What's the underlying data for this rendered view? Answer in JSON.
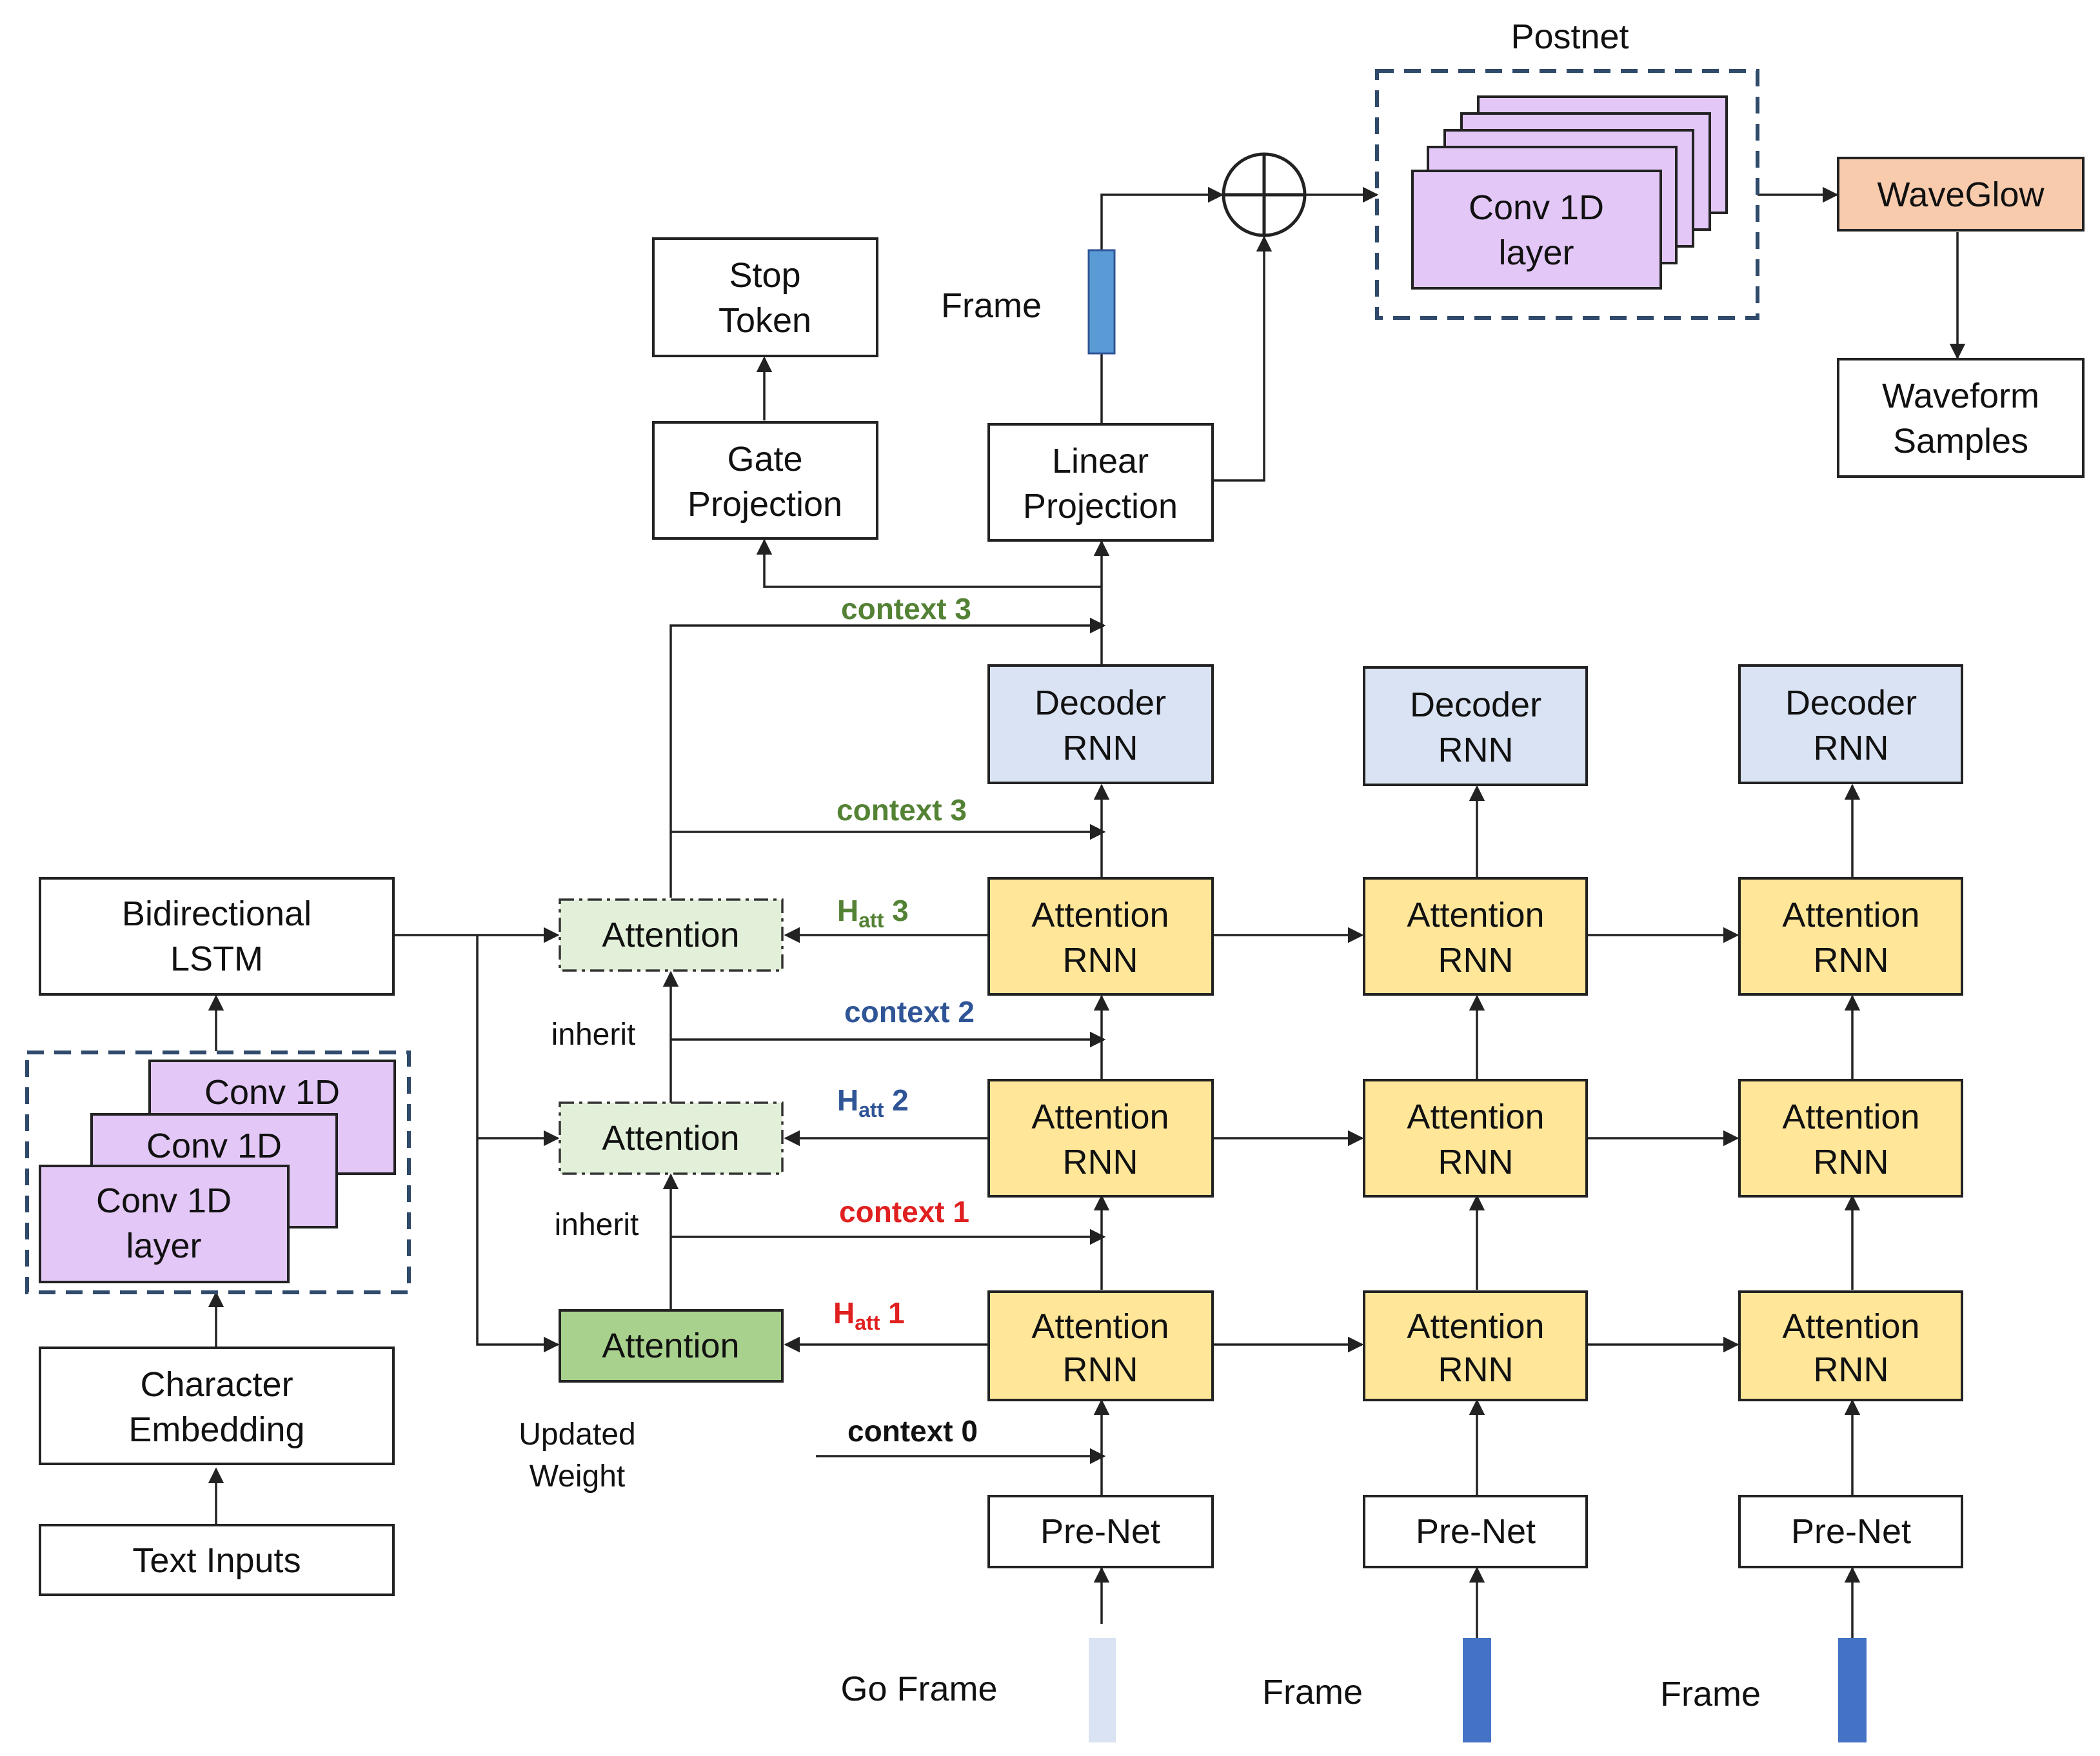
{
  "colors": {
    "attention_rnn": "#FFE699",
    "decoder_rnn": "#DAE3F3",
    "conv": "#E3C7F7",
    "attention_solid": "#A9D18E",
    "attention_light": "#E2F0D9",
    "waveglow": "#F8CBAD",
    "frame_bar": "#4472C4",
    "frame_bar_top": "#5B9BD5",
    "go_frame_bar": "#DAE3F3",
    "context_green": "#548235",
    "context_blue": "#2F5597",
    "context_red": "#E02020",
    "dashed_border": "#2F4A6B"
  },
  "labels": {
    "postnet": "Postnet",
    "conv_1d_layer_line1": "Conv 1D",
    "conv_1d_layer_line2": "layer",
    "conv_1d": "Conv 1D",
    "waveglow": "WaveGlow",
    "waveform_line1": "Waveform",
    "waveform_line2": "Samples",
    "stop_line1": "Stop",
    "stop_line2": "Token",
    "gate_line1": "Gate",
    "gate_line2": "Projection",
    "linear_line1": "Linear",
    "linear_line2": "Projection",
    "frame": "Frame",
    "go_frame": "Go Frame",
    "decoder_line1": "Decoder",
    "decoder_line2": "RNN",
    "attention_line1": "Attention",
    "attention_line2": "RNN",
    "attention": "Attention",
    "bilstm_line1": "Bidirectional",
    "bilstm_line2": "LSTM",
    "char_line1": "Character",
    "char_line2": "Embedding",
    "text_inputs": "Text Inputs",
    "prenet": "Pre-Net",
    "inherit": "inherit",
    "updated_line1": "Updated",
    "updated_line2": "Weight",
    "context_3": "context 3",
    "context_2": "context 2",
    "context_1": "context 1",
    "context_0": "context 0",
    "h_main": "H",
    "h_sub": "att",
    "h3_num": " 3",
    "h2_num": " 2",
    "h1_num": " 1"
  }
}
